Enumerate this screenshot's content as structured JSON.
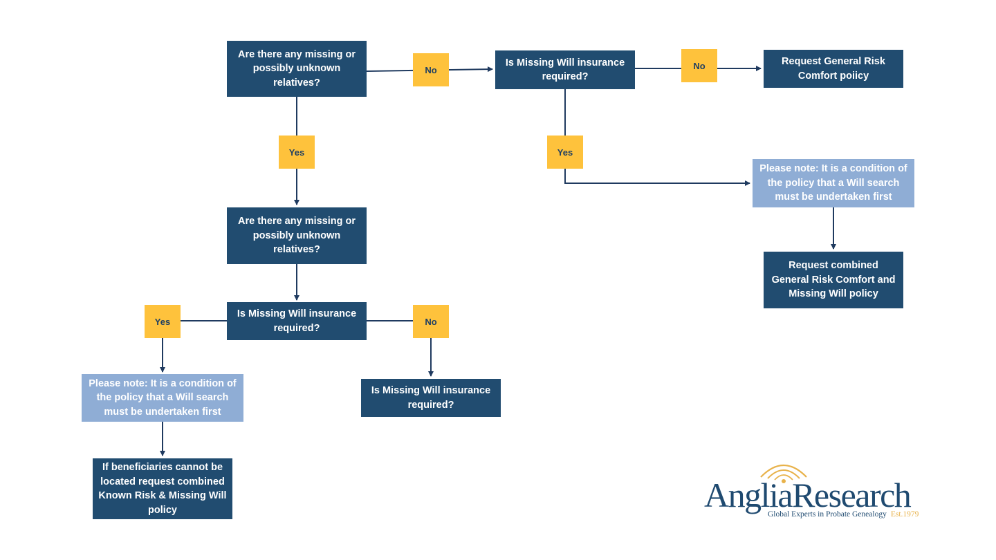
{
  "nodes": {
    "q1": "Are there any missing or possibly unknown relatives?",
    "q2": "Is Missing Will insurance required?",
    "r1": "Request General Risk Comfort poiicy",
    "note1": "Please note: It is a condition of the policy that a Will search must be undertaken first",
    "r2": "Request combined General Risk Comfort and Missing Will policy",
    "q3": "Are there any missing or possibly unknown relatives?",
    "q4": "Is Missing Will insurance required?",
    "note2": "Please note: It is a condition of the policy that a Will search must be undertaken first",
    "r3": "If beneficiaries cannot be located request combined Known Risk & Missing Will policy",
    "q5": "Is Missing Will insurance required?"
  },
  "labels": {
    "no1": "No",
    "no2": "No",
    "yes1": "Yes",
    "yes2": "Yes",
    "yes3": "Yes",
    "no3": "No"
  },
  "logo": {
    "name": "AngliaResearch",
    "tagline": "Global Experts in Probate Genealogy",
    "est": "Est.1979"
  },
  "colors": {
    "dark_box": "#214c70",
    "light_box": "#8fadd5",
    "tag": "#fec23c",
    "line": "#1f3a5f",
    "logo_blue": "#1f4a70",
    "logo_gold": "#e8b24a"
  }
}
